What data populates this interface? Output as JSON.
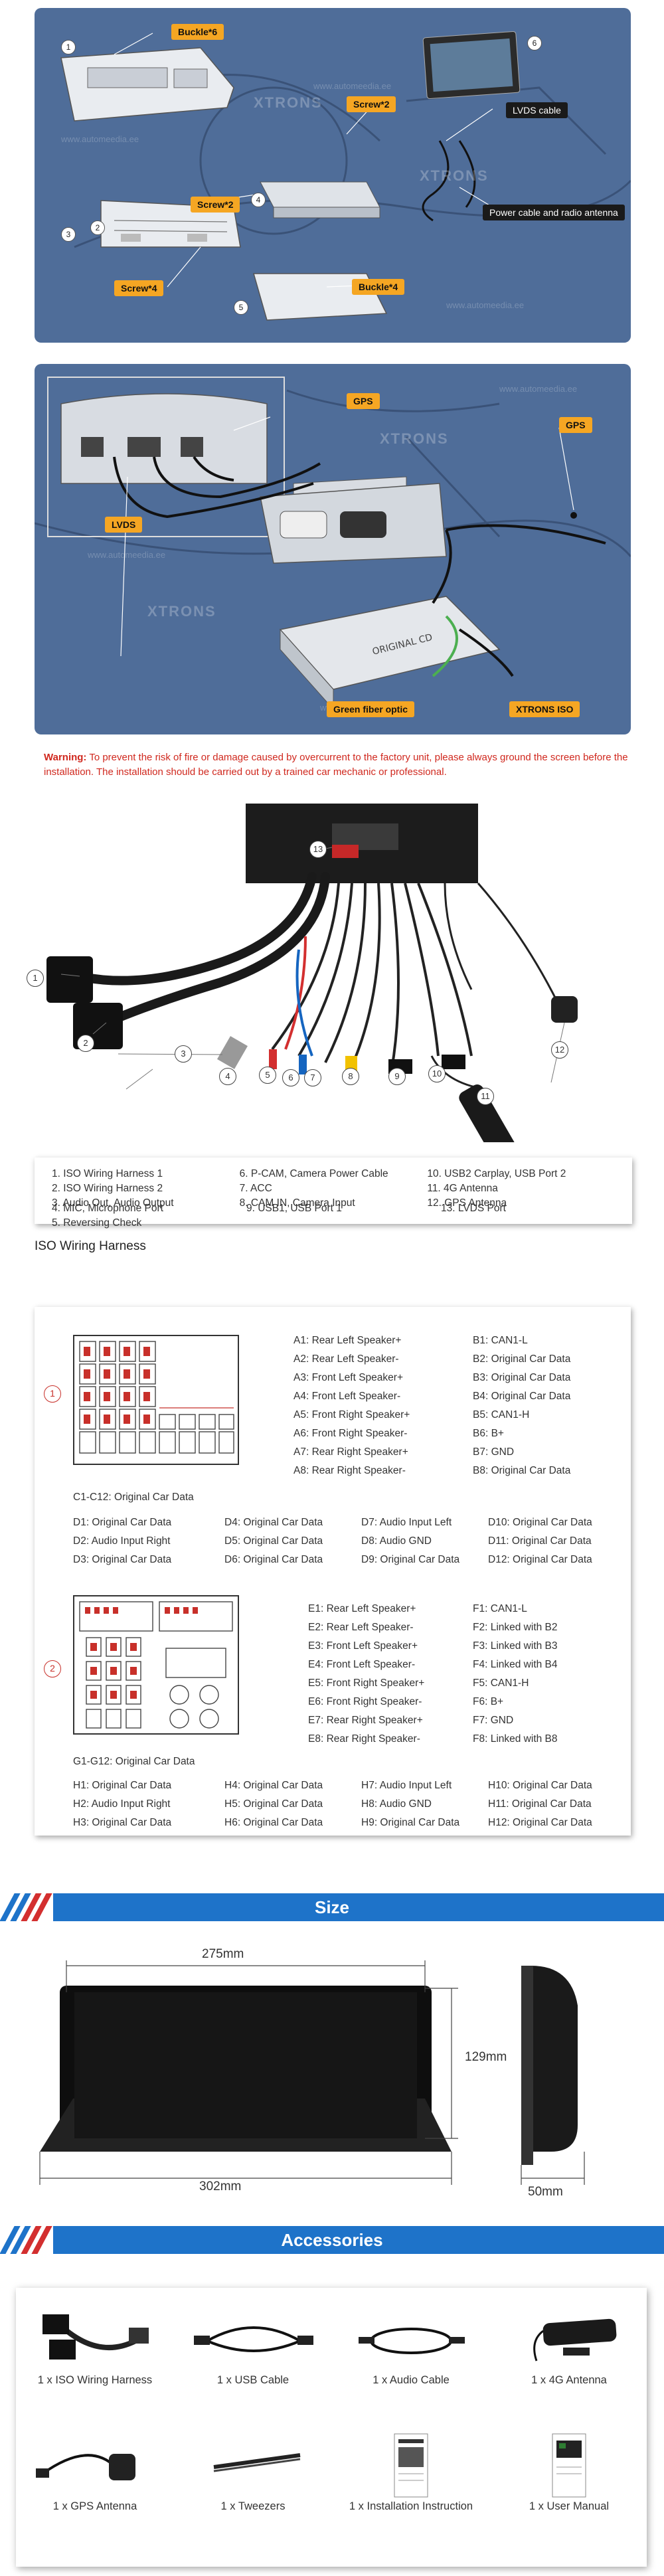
{
  "install_diagram_1": {
    "labels": {
      "buckle6": "Buckle*6",
      "screw2_top": "Screw*2",
      "lvds_cable": "LVDS cable",
      "power_cable": "Power cable and radio antenna",
      "screw2_mid": "Screw*2",
      "screw4": "Screw*4",
      "buckle4": "Buckle*4"
    },
    "numbers": [
      "1",
      "2",
      "3",
      "4",
      "5",
      "6"
    ],
    "watermark": "XTRONS",
    "site": "www.automeedia.ee"
  },
  "install_diagram_2": {
    "labels": {
      "gps_left": "GPS",
      "gps_right": "GPS",
      "lvds": "LVDS",
      "green_fiber": "Green fiber optic",
      "xtrons_iso": "XTRONS ISO"
    },
    "module_text": "ORIGINAL CD",
    "watermark": "XTRONS",
    "site": "www.automeedia.ee"
  },
  "warning": {
    "label": "Warning:",
    "text": " To prevent the risk of fire or damage caused by overcurrent to the factory unit, please always ground the screen before the installation. The installation should be carried out by a trained car mechanic or professional."
  },
  "harness_numbers": [
    "1",
    "2",
    "3",
    "4",
    "5",
    "6",
    "7",
    "8",
    "9",
    "10",
    "11",
    "12",
    "13"
  ],
  "legend": {
    "col1": [
      "1. ISO Wiring Harness 1",
      "2. ISO Wiring Harness 2",
      "3. Audio Out, Audio Output",
      "4. MIC, Microphone Port",
      "5. Reversing Check"
    ],
    "col2": [
      "6. P-CAM, Camera Power Cable",
      "7. ACC",
      "8. CAM IN, Camera Input",
      "9. USB1, USB Port 1"
    ],
    "col3": [
      "10. USB2 Carplay, USB Port 2",
      "11. 4G Antenna",
      "12. GPS Antenna",
      "13. LVDS Port"
    ]
  },
  "iso": {
    "title": "ISO Wiring Harness",
    "connector1_num": "1",
    "connector2_num": "2",
    "conn1_a": [
      "A1: Rear Left Speaker+",
      "A2: Rear Left Speaker-",
      "A3: Front Left Speaker+",
      "A4: Front Left Speaker-",
      "A5: Front Right Speaker+",
      "A6: Front Right Speaker-",
      "A7: Rear Right Speaker+",
      "A8: Rear Right Speaker-"
    ],
    "conn1_b": [
      "B1: CAN1-L",
      "B2: Original Car Data",
      "B3: Original Car Data",
      "B4: Original Car Data",
      "B5: CAN1-H",
      "B6: B+",
      "B7: GND",
      "B8: Original Car Data"
    ],
    "c_range": "C1-C12: Original Car Data",
    "d_grid": [
      [
        "D1: Original Car Data",
        "D4: Original Car Data",
        "D7: Audio Input Left",
        "D10: Original Car Data"
      ],
      [
        "D2: Audio Input Right",
        "D5: Original Car Data",
        "D8: Audio GND",
        "D11: Original Car Data"
      ],
      [
        "D3: Original Car Data",
        "D6: Original Car Data",
        "D9: Original Car Data",
        "D12: Original Car Data"
      ]
    ],
    "conn2_e": [
      "E1: Rear Left Speaker+",
      "E2: Rear Left Speaker-",
      "E3: Front Left Speaker+",
      "E4: Front Left Speaker-",
      "E5: Front Right Speaker+",
      "E6: Front Right Speaker-",
      "E7: Rear Right Speaker+",
      "E8: Rear Right Speaker-"
    ],
    "conn2_f": [
      "F1: CAN1-L",
      "F2: Linked with B2",
      "F3: Linked with B3",
      "F4: Linked with B4",
      "F5: CAN1-H",
      "F6: B+",
      "F7: GND",
      "F8: Linked with B8"
    ],
    "g_range": "G1-G12: Original Car Data",
    "h_grid": [
      [
        "H1: Original Car Data",
        "H4: Original Car Data",
        "H7: Audio Input Left",
        "H10: Original Car Data"
      ],
      [
        "H2: Audio Input Right",
        "H5: Original Car Data",
        "H8: Audio GND",
        "H11: Original Car Data"
      ],
      [
        "H3: Original Car Data",
        "H6: Original Car Data",
        "H9: Original Car Data",
        "H12: Original Car Data"
      ]
    ]
  },
  "size_section": {
    "title": "Size",
    "width": "275mm",
    "height": "129mm",
    "total_width": "302mm",
    "depth": "50mm"
  },
  "accessories": {
    "title": "Accessories",
    "items": [
      "1 x ISO Wiring Harness",
      "1 x USB Cable",
      "1 x Audio Cable",
      "1 x 4G Antenna",
      "1 x GPS Antenna",
      "1 x Tweezers",
      "1 x Installation Instruction",
      "1 x User Manual"
    ]
  },
  "colors": {
    "panel_bg": "#4f6d99",
    "badge": "#f5a623",
    "warning": "#d0281e",
    "section_header": "#1e73c9"
  }
}
